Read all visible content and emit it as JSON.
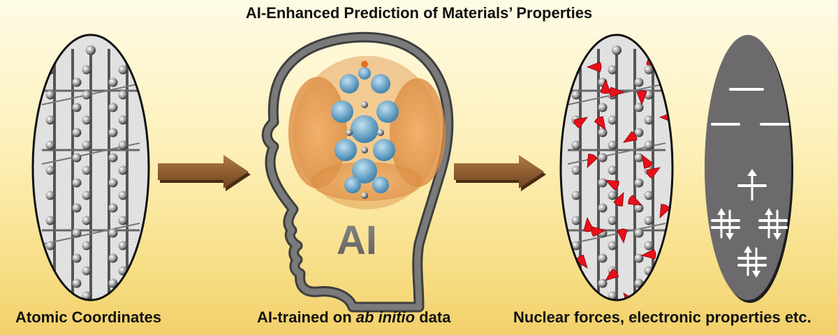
{
  "title": "AI-Enhanced Prediction of Materials’ Properties",
  "captions": {
    "left": "Atomic Coordinates",
    "middle_prefix": "AI-trained on ",
    "middle_italic": "ab initio",
    "middle_suffix": " data",
    "right": "Nuclear forces, electronic properties etc."
  },
  "brain_label": "AI",
  "colors": {
    "arrow": "#8a5a2a",
    "head_outline": "#5a5a5a",
    "force_vectors": "#e8101a",
    "energy_panel": "#6e6e6e",
    "orbital_blue": "#5a9cc8",
    "orbital_orange": "#e0914a"
  }
}
